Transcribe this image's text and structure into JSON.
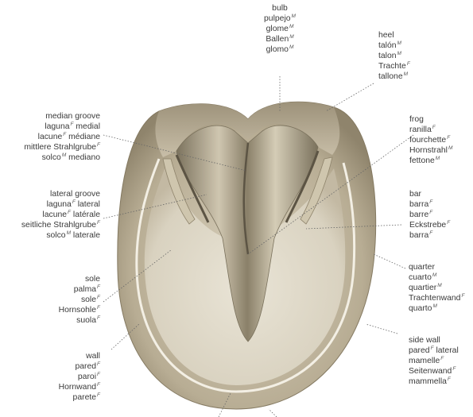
{
  "labels": {
    "bulb": {
      "lines": [
        [
          "bulb",
          ""
        ],
        [
          "pulpejo",
          "M"
        ],
        [
          "glome",
          "M"
        ],
        [
          "Ballen",
          "M"
        ],
        [
          "glomo",
          "M"
        ]
      ]
    },
    "heel": {
      "lines": [
        [
          "heel",
          ""
        ],
        [
          "talón",
          "M"
        ],
        [
          "talon",
          "M"
        ],
        [
          "Trachte",
          "F"
        ],
        [
          "tallone",
          "M"
        ]
      ]
    },
    "median_groove": {
      "lines": [
        [
          "median groove",
          ""
        ],
        [
          "laguna",
          "F"
        ],
        [
          "lacune",
          "F"
        ],
        [
          "mittlere Strahlgrube",
          "F"
        ],
        [
          "solco",
          "M"
        ]
      ],
      "suffixes": [
        "",
        "medial",
        "médiane",
        "",
        "mediano"
      ]
    },
    "frog": {
      "lines": [
        [
          "frog",
          ""
        ],
        [
          "ranilla",
          "F"
        ],
        [
          "fourchette",
          "F"
        ],
        [
          "Hornstrahl",
          "M"
        ],
        [
          "fettone",
          "M"
        ]
      ]
    },
    "lateral_groove": {
      "lines": [
        [
          "lateral groove",
          ""
        ],
        [
          "laguna",
          "F"
        ],
        [
          "lacune",
          "F"
        ],
        [
          "seitliche Strahlgrube",
          "F"
        ],
        [
          "solco",
          "M"
        ]
      ],
      "suffixes": [
        "",
        "lateral",
        "latérale",
        "",
        "laterale"
      ]
    },
    "bar": {
      "lines": [
        [
          "bar",
          ""
        ],
        [
          "barra",
          "F"
        ],
        [
          "barre",
          "F"
        ],
        [
          "Eckstrebe",
          "F"
        ],
        [
          "barra",
          "F"
        ]
      ]
    },
    "sole": {
      "lines": [
        [
          "sole",
          ""
        ],
        [
          "palma",
          "F"
        ],
        [
          "sole",
          "F"
        ],
        [
          "Hornsohle",
          "F"
        ],
        [
          "suola",
          "F"
        ]
      ]
    },
    "quarter": {
      "lines": [
        [
          "quarter",
          ""
        ],
        [
          "cuarto",
          "M"
        ],
        [
          "quartier",
          "M"
        ],
        [
          "Trachtenwand",
          "F"
        ],
        [
          "quarto",
          "M"
        ]
      ]
    },
    "side_wall": {
      "lines": [
        [
          "side wall",
          ""
        ],
        [
          "pared",
          "F"
        ],
        [
          "mamelle",
          "F"
        ],
        [
          "Seitenwand",
          "F"
        ],
        [
          "mammella",
          "F"
        ]
      ],
      "suffixes": [
        "",
        "lateral",
        "",
        "",
        ""
      ]
    },
    "wall": {
      "lines": [
        [
          "wall",
          ""
        ],
        [
          "pared",
          "F"
        ],
        [
          "paroi",
          "F"
        ],
        [
          "Hornwand",
          "F"
        ],
        [
          "parete",
          "F"
        ]
      ]
    }
  },
  "colors": {
    "hoof_outer": "#b9ae96",
    "hoof_wall": "#a89c82",
    "sole": "#dcd6c6",
    "frog": "#8c826b",
    "text": "#3a3a3a",
    "leader": "#666666"
  }
}
